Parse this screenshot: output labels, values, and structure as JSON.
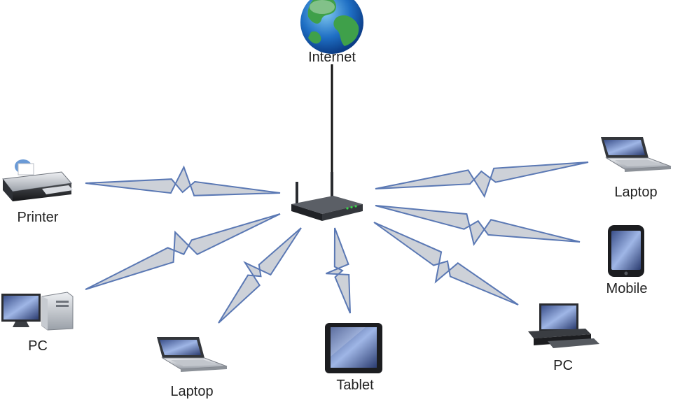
{
  "nodes": {
    "internet": {
      "label": "Internet",
      "icon": "globe-icon"
    },
    "router": {
      "icon": "wireless-router-icon"
    },
    "printer": {
      "label": "Printer",
      "icon": "printer-icon"
    },
    "pc_left": {
      "label": "PC",
      "icon": "desktop-pc-icon"
    },
    "laptop_bottom": {
      "label": "Laptop",
      "icon": "laptop-icon"
    },
    "tablet": {
      "label": "Tablet",
      "icon": "tablet-icon"
    },
    "pc_right": {
      "label": "PC",
      "icon": "desktop-pc-icon"
    },
    "mobile": {
      "label": "Mobile",
      "icon": "mobile-phone-icon"
    },
    "laptop_right": {
      "label": "Laptop",
      "icon": "laptop-icon"
    }
  },
  "links": {
    "wired": [
      "internet-router"
    ],
    "wireless": [
      "router-printer",
      "router-pc_left",
      "router-laptop_bottom",
      "router-tablet",
      "router-pc_right",
      "router-mobile",
      "router-laptop_right"
    ]
  },
  "colors": {
    "bolt_fill": "#cdd1d8",
    "bolt_stroke": "#5a78b4",
    "wire": "#111111",
    "label_text": "#222222"
  }
}
